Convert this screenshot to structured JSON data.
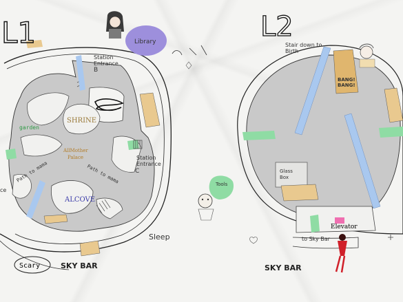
{
  "left_map": {
    "level_label": "L1",
    "library": "Library",
    "station_entrance_b": [
      "Station",
      "Entrance",
      "B"
    ],
    "shrine": "SHRINE",
    "garden": "garden",
    "all_mother_palace": [
      "AllMother",
      "Palace"
    ],
    "station_entrance_c": [
      "Station",
      "Entrance",
      "C"
    ],
    "path_to_mama_1": "Path to mama",
    "path_to_mama_2": "Path to mama",
    "alcove": "ALCOVE",
    "edge_text": "ce",
    "sleep": "Sleep",
    "scary": "Scary",
    "sky_bar": "SKY BAR"
  },
  "right_map": {
    "level_label": "L2",
    "stair_down": [
      "Stair down to",
      "Birth"
    ],
    "bang": [
      "BANG!",
      "BANG!"
    ],
    "glass_box": [
      "Glass",
      "Box"
    ],
    "tools": "Tools",
    "elevator": "Elevator",
    "to_sky_bar": "to Sky Bar",
    "sky_bar": "SKY BAR"
  },
  "colors": {
    "floor_gray": "#c9c9c9",
    "light_gray": "#dcdcdc",
    "blue_path": "#a9c8ef",
    "tan_block": "#e9c98f",
    "orange_block": "#e0b66e",
    "green_block": "#8fdca4",
    "purple_blob": "#9d8fdc",
    "pink_block": "#ef6fb0",
    "red_figure": "#d0202a",
    "ink": "#1d1d1d"
  }
}
